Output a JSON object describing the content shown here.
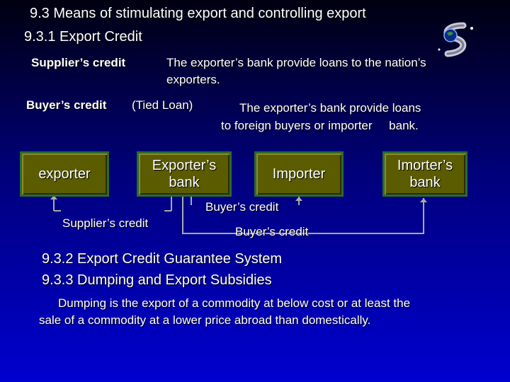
{
  "slide": {
    "heading": "9.3   Means of stimulating export and controlling export",
    "subheading": "9.3.1  Export Credit",
    "supplier_label": "Supplier’s credit",
    "supplier_desc_line1": "The exporter’s bank provide loans to the nation’s",
    "supplier_desc_line2": "exporters.",
    "buyer_label": "Buyer’s credit",
    "buyer_tied": "(Tied Loan)",
    "buyer_desc_line1": "The exporter’s bank provide loans",
    "buyer_desc_line2": "to foreign buyers or importer     bank.",
    "diagram": {
      "box_exporter": "exporter",
      "box_exporters_bank_l1": "Exporter’s",
      "box_exporters_bank_l2": "bank",
      "box_importer": "Importer",
      "box_importers_bank_l1": "Imorter’s",
      "box_importers_bank_l2": "bank",
      "label_supplier_credit": "Supplier’s credit",
      "label_buyer_credit_upper": "Buyer’s credit",
      "label_buyer_credit_lower": "Buyer’s credit"
    },
    "item_932": "9.3.2   Export Credit Guarantee System",
    "item_933": "9.3.3   Dumping and Export Subsidies",
    "dumping_line1": "Dumping is the export of a commodity at below cost or at least the",
    "dumping_line2": "sale of a commodity at a lower price abroad than domestically."
  },
  "colors": {
    "box_fill": "#5b5b00",
    "box_border": "#2b6b2b",
    "connector": "#aaaaaa"
  },
  "icons": {
    "logo": "globe-s-logo-icon"
  }
}
